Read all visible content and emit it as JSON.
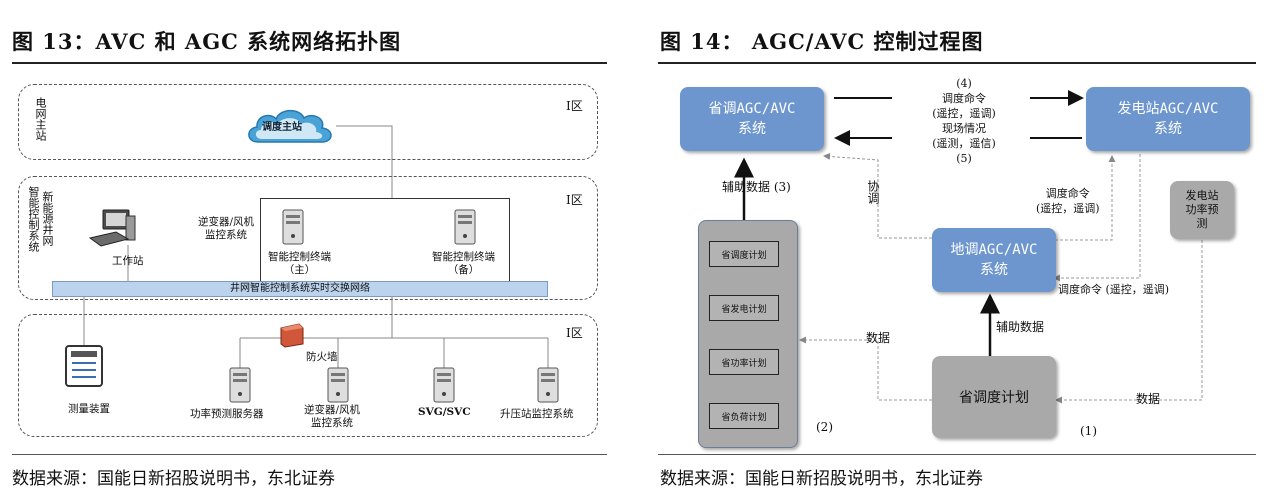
{
  "left": {
    "title": "图 13：AVC 和 AGC 系统网络拓扑图",
    "source": "数据来源：国能日新招股说明书，东北证券",
    "zone1": {
      "vlabel": "电网主站",
      "zone": "Ⅰ区",
      "cloud": "调度主站"
    },
    "zone2": {
      "vlabel1": "智能控制系统",
      "vlabel2": "新能源井网",
      "zone": "Ⅰ区",
      "workstation": "工作站",
      "inverter": "逆变器/风机\n监控系统",
      "terminal_main": "智能控制终端\n（主）",
      "terminal_backup": "智能控制终端\n（备）",
      "bus": "井网智能控制系统实时交换网络"
    },
    "zone3": {
      "zone": "Ⅰ区",
      "measure": "测量装置",
      "firewall": "防火墙",
      "power_forecast": "功率预测服务器",
      "inverter": "逆变器/风机\n监控系统",
      "svg": "SVG/SVC",
      "substation": "升压站监控系统"
    }
  },
  "right": {
    "title": "图 14： AGC/AVC 控制过程图",
    "source": "数据来源：国能日新招股说明书，东北证券",
    "prov_box": "省调AGC/AVC\n系统",
    "plant_box": "发电站AGC/AVC\n系统",
    "local_box": "地调AGC/AVC\n系统",
    "plan_box": "省调度计划",
    "forecast_box": "发电站\n功率预\n测",
    "plan_items": [
      "省调度计划",
      "省发电计划",
      "省功率计划",
      "省负荷计划"
    ],
    "labels": {
      "top": "(4)\n调度命令\n(遥控，遥调)\n现场情况\n(遥测，遥信)\n(5)",
      "aux3": "辅助数据 (3)",
      "coord": "协调",
      "cmd_mid": "调度命令\n(遥控，遥调)",
      "cmd_low": "调度命令 (遥控，遥调)",
      "aux": "辅助数据",
      "data_left": "数据",
      "data_right": "数据",
      "n2": "(2)",
      "n1": "(1)"
    }
  }
}
